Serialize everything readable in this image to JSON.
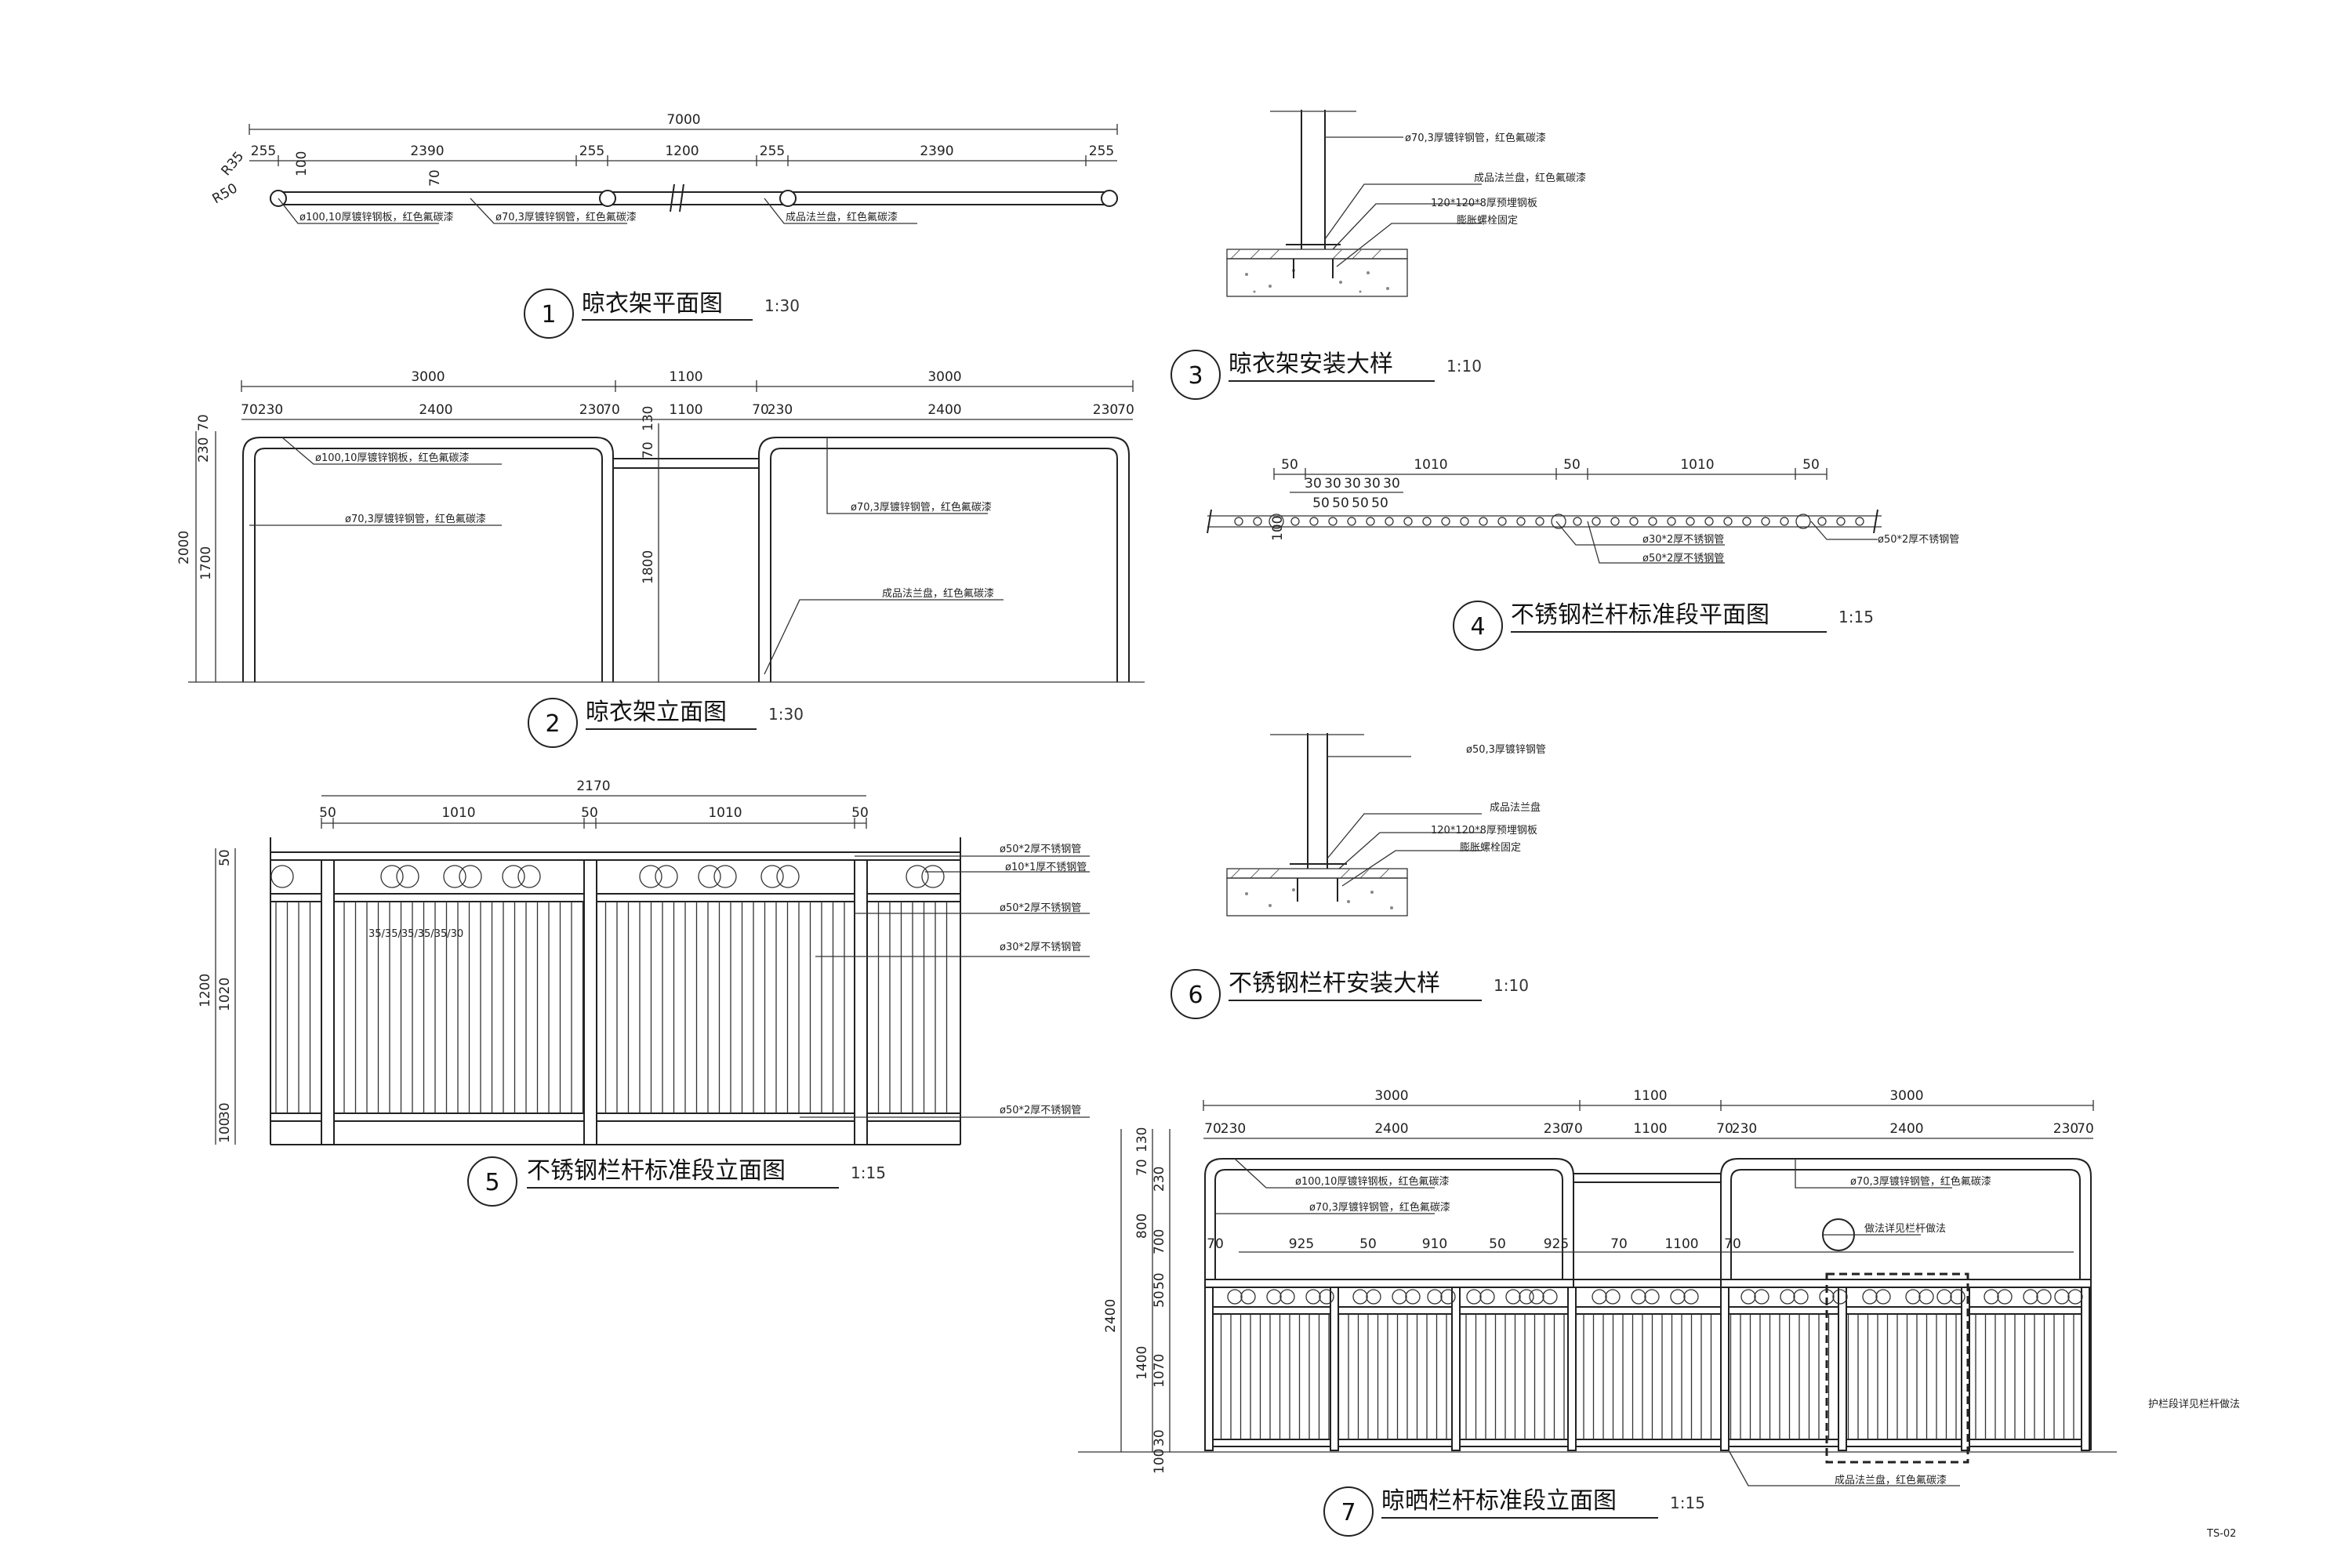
{
  "views": {
    "v1": {
      "number": "1",
      "title": "晾衣架平面图",
      "scale": "1:30",
      "dims": [
        "7000",
        "255",
        "2390",
        "255",
        "1200",
        "255",
        "2390",
        "255",
        "100",
        "70",
        "R35",
        "R50"
      ],
      "notes": [
        "ø100,10厚镀锌钢板，红色氟碳漆",
        "ø70,3厚镀锌钢管，红色氟碳漆",
        "成品法兰盘，红色氟碳漆"
      ]
    },
    "v2": {
      "number": "2",
      "title": "晾衣架立面图",
      "scale": "1:30",
      "dims": [
        "3000",
        "1100",
        "3000",
        "70",
        "230",
        "2400",
        "230",
        "70",
        "1100",
        "70",
        "230",
        "2400",
        "230",
        "70",
        "230",
        "70",
        "2000",
        "1700",
        "130",
        "70",
        "1800"
      ],
      "notes": [
        "ø100,10厚镀锌钢板，红色氟碳漆",
        "ø70,3厚镀锌钢管，红色氟碳漆",
        "ø70,3厚镀锌钢管，红色氟碳漆",
        "成品法兰盘，红色氟碳漆"
      ]
    },
    "v3": {
      "number": "3",
      "title": "晾衣架安装大样",
      "scale": "1:10",
      "notes": [
        "ø70,3厚镀锌钢管，红色氟碳漆",
        "成品法兰盘，红色氟碳漆",
        "120*120*8厚预埋钢板",
        "膨胀螺栓固定"
      ]
    },
    "v4": {
      "number": "4",
      "title": "不锈钢栏杆标准段平面图",
      "scale": "1:15",
      "dims": [
        "50",
        "1010",
        "50",
        "1010",
        "50",
        "30",
        "30",
        "30",
        "30",
        "30",
        "50",
        "50",
        "50",
        "50",
        "100"
      ],
      "notes": [
        "ø30*2厚不锈钢管",
        "ø50*2厚不锈钢管",
        "ø50*2厚不锈钢管"
      ]
    },
    "v5": {
      "number": "5",
      "title": "不锈钢栏杆标准段立面图",
      "scale": "1:15",
      "dims": [
        "2170",
        "50",
        "1010",
        "50",
        "1010",
        "50",
        "1200",
        "50",
        "1020",
        "100",
        "30",
        "35/35/35/35/35/30"
      ],
      "notes": [
        "ø50*2厚不锈钢管",
        "ø10*1厚不锈钢管",
        "ø50*2厚不锈钢管",
        "ø30*2厚不锈钢管",
        "ø50*2厚不锈钢管"
      ]
    },
    "v6": {
      "number": "6",
      "title": "不锈钢栏杆安装大样",
      "scale": "1:10",
      "notes": [
        "ø50,3厚镀锌钢管",
        "成品法兰盘",
        "120*120*8厚预埋钢板",
        "膨胀螺栓固定"
      ]
    },
    "v7": {
      "number": "7",
      "title": "晾晒栏杆标准段立面图",
      "scale": "1:15",
      "dims": [
        "3000",
        "1100",
        "3000",
        "70",
        "230",
        "2400",
        "230",
        "70",
        "1100",
        "70",
        "230",
        "2400",
        "230",
        "70",
        "70",
        "925",
        "50",
        "910",
        "50",
        "925",
        "70",
        "1100",
        "70",
        "130",
        "70",
        "230",
        "800",
        "700",
        "2400",
        "50",
        "50",
        "1400",
        "1070",
        "30",
        "100"
      ],
      "notes": [
        "ø100,10厚镀锌钢板，红色氟碳漆",
        "ø70,3厚镀锌钢管，红色氟碳漆",
        "ø70,3厚镀锌钢管，红色氟碳漆",
        "做法详见栏杆做法",
        "成品法兰盘，红色氟碳漆",
        "护栏段详见栏杆做法"
      ]
    }
  },
  "sheet_code": "TS-02"
}
